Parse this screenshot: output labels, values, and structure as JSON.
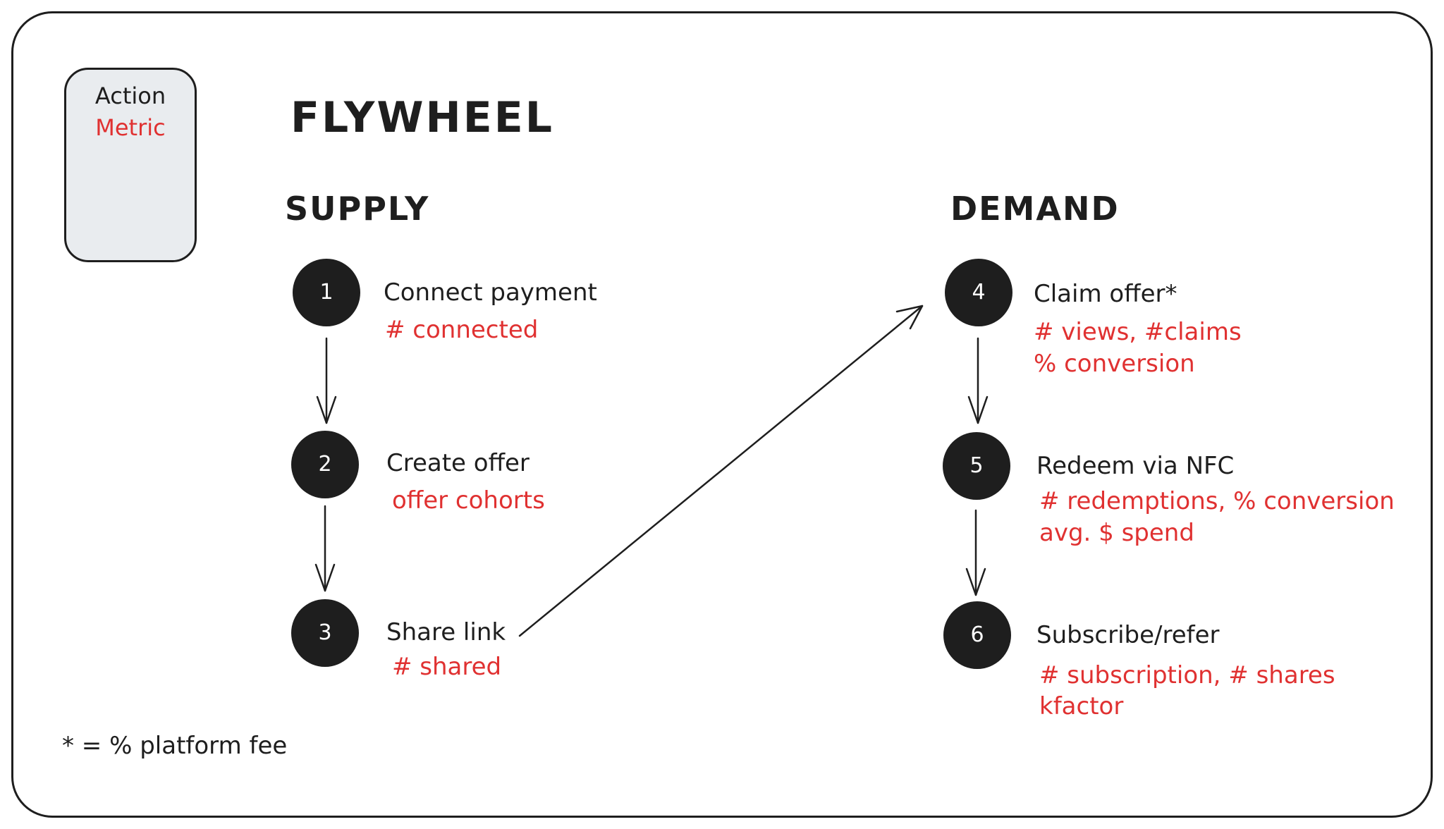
{
  "legend": {
    "action_label": "Action",
    "metric_label": "Metric"
  },
  "title": "FLYWHEEL",
  "supply": {
    "heading": "SUPPLY",
    "steps": [
      {
        "number": "1",
        "action": "Connect payment",
        "metrics": [
          "# connected"
        ]
      },
      {
        "number": "2",
        "action": "Create offer",
        "metrics": [
          "offer cohorts"
        ]
      },
      {
        "number": "3",
        "action": "Share link",
        "metrics": [
          "# shared"
        ]
      }
    ]
  },
  "demand": {
    "heading": "DEMAND",
    "steps": [
      {
        "number": "4",
        "action": "Claim offer*",
        "metrics": [
          "# views, #claims",
          "% conversion"
        ]
      },
      {
        "number": "5",
        "action": "Redeem via NFC",
        "metrics": [
          "# redemptions, % conversion",
          "avg. $ spend"
        ]
      },
      {
        "number": "6",
        "action": "Subscribe/refer",
        "metrics": [
          "# subscription, # shares",
          "kfactor"
        ]
      }
    ]
  },
  "footnote": "* = % platform fee",
  "colors": {
    "ink": "#1e1e1e",
    "metric": "#e03131",
    "legend_fill": "#e9ecef"
  }
}
